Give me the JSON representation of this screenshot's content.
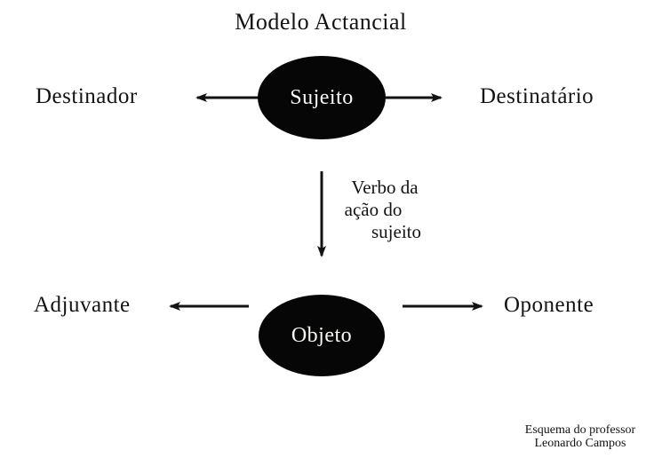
{
  "title": "Modelo Actancial",
  "colors": {
    "background": "#ffffff",
    "ink": "#131313",
    "node_fill": "#060606",
    "node_text": "#faf8f4"
  },
  "nodes": {
    "sujeito": {
      "label": "Sujeito"
    },
    "objeto": {
      "label": "Objeto"
    }
  },
  "actants": {
    "destinador": {
      "label": "Destinador"
    },
    "destinatario": {
      "label": "Destinatário"
    },
    "adjuvante": {
      "label": "Adjuvante"
    },
    "oponente": {
      "label": "Oponente"
    }
  },
  "verb_note": {
    "line1": "Verbo da",
    "line2": "ação do",
    "line3": "sujeito"
  },
  "credit": {
    "line1": "Esquema do professor",
    "line2": "Leonardo Campos"
  }
}
